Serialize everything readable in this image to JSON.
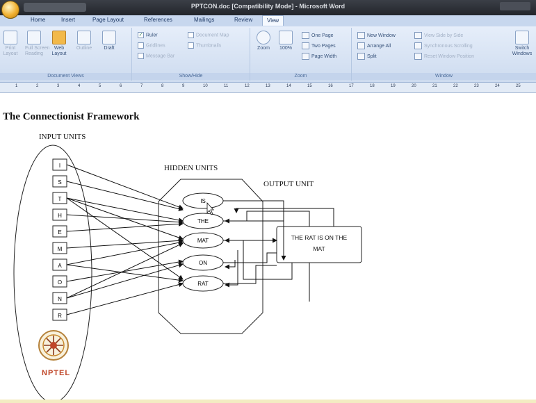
{
  "window": {
    "title": "PPTCON.doc [Compatibility Mode] - Microsoft Word"
  },
  "tabs": [
    "Home",
    "Insert",
    "Page Layout",
    "References",
    "Mailings",
    "Review",
    "View"
  ],
  "ribbon": {
    "document_views": {
      "label": "Document Views",
      "buttons": {
        "print_layout": "Print\nLayout",
        "full_screen": "Full Screen\nReading",
        "web_layout": "Web\nLayout",
        "outline": "Outline",
        "draft": "Draft"
      }
    },
    "show_hide": {
      "label": "Show/Hide",
      "ruler": "Ruler",
      "gridlines": "Gridlines",
      "message_bar": "Message Bar",
      "document_map": "Document Map",
      "thumbnails": "Thumbnails"
    },
    "zoom": {
      "label": "Zoom",
      "zoom_btn": "Zoom",
      "percent_btn": "100%",
      "one_page": "One Page",
      "two_pages": "Two Pages",
      "page_width": "Page Width"
    },
    "window": {
      "label": "Window",
      "new_window": "New Window",
      "arrange_all": "Arrange All",
      "split": "Split",
      "side_by_side": "View Side by Side",
      "sync_scroll": "Synchronous Scrolling",
      "reset_position": "Reset Window Position",
      "switch_windows": "Switch\nWindows"
    }
  },
  "ruler": {
    "numbers": [
      "1",
      "2",
      "3",
      "4",
      "5",
      "6",
      "7",
      "8",
      "9",
      "10",
      "11",
      "12",
      "13",
      "14",
      "15",
      "16",
      "17",
      "18",
      "19",
      "20",
      "21",
      "22",
      "23",
      "24",
      "25"
    ]
  },
  "document": {
    "title": "The Connectionist Framework",
    "diagram": {
      "input_label": "INPUT UNITS",
      "hidden_label": "HIDDEN UNITS",
      "output_label": "OUTPUT UNIT",
      "input_units": [
        "I",
        "S",
        "T",
        "H",
        "E",
        "M",
        "A",
        "O",
        "N",
        "R"
      ],
      "hidden_units": [
        "IS",
        "THE",
        "MAT",
        "ON",
        "RAT"
      ],
      "output_text_line1": "THE RAT IS ON THE",
      "output_text_line2": "MAT"
    }
  },
  "logo": {
    "text": "NPTEL"
  },
  "colors": {
    "ribbon_bg": "#dce7f6",
    "titlebar_bg": "#2d3037",
    "active_tab": "#f5f9ff",
    "nptel_accent": "#c0472a"
  }
}
